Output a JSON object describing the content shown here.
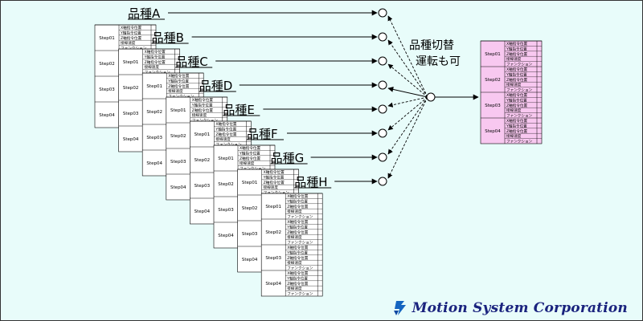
{
  "products": [
    {
      "label": "品種A"
    },
    {
      "label": "品種B"
    },
    {
      "label": "品種C"
    },
    {
      "label": "品種D"
    },
    {
      "label": "品種E"
    },
    {
      "label": "品種F"
    },
    {
      "label": "品種G"
    },
    {
      "label": "品種H"
    }
  ],
  "switch_note": {
    "line1": "品種切替",
    "line2": "運転も可"
  },
  "table": {
    "steps": [
      "Step01",
      "Step02",
      "Step03",
      "Step04"
    ],
    "rows": [
      "X軸指令位置",
      "Y軸指令位置",
      "Z軸指令位置",
      "接線速度",
      "ファンクション"
    ]
  },
  "colors": {
    "background": "#e8fcfa",
    "sheet": "#ffffff",
    "output_sheet": "#f8c8f0",
    "brand": "#1a237e",
    "logo": "#1565c0"
  },
  "brand": {
    "name": "Motion System Corporation"
  }
}
